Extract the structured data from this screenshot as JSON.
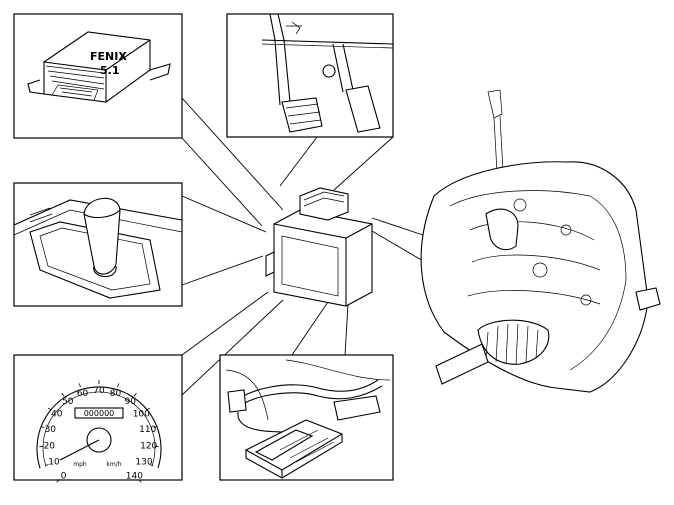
{
  "ecu_panel": {
    "brand_line1": "FENIX",
    "brand_line2": "5.1"
  },
  "speedometer": {
    "scale": [
      "0",
      "10",
      "20",
      "30",
      "40",
      "50",
      "60",
      "70",
      "80",
      "90",
      "100",
      "110",
      "120",
      "130",
      "140"
    ],
    "odometer": "000000",
    "unit_left": "mph",
    "unit_right": "km/h"
  }
}
